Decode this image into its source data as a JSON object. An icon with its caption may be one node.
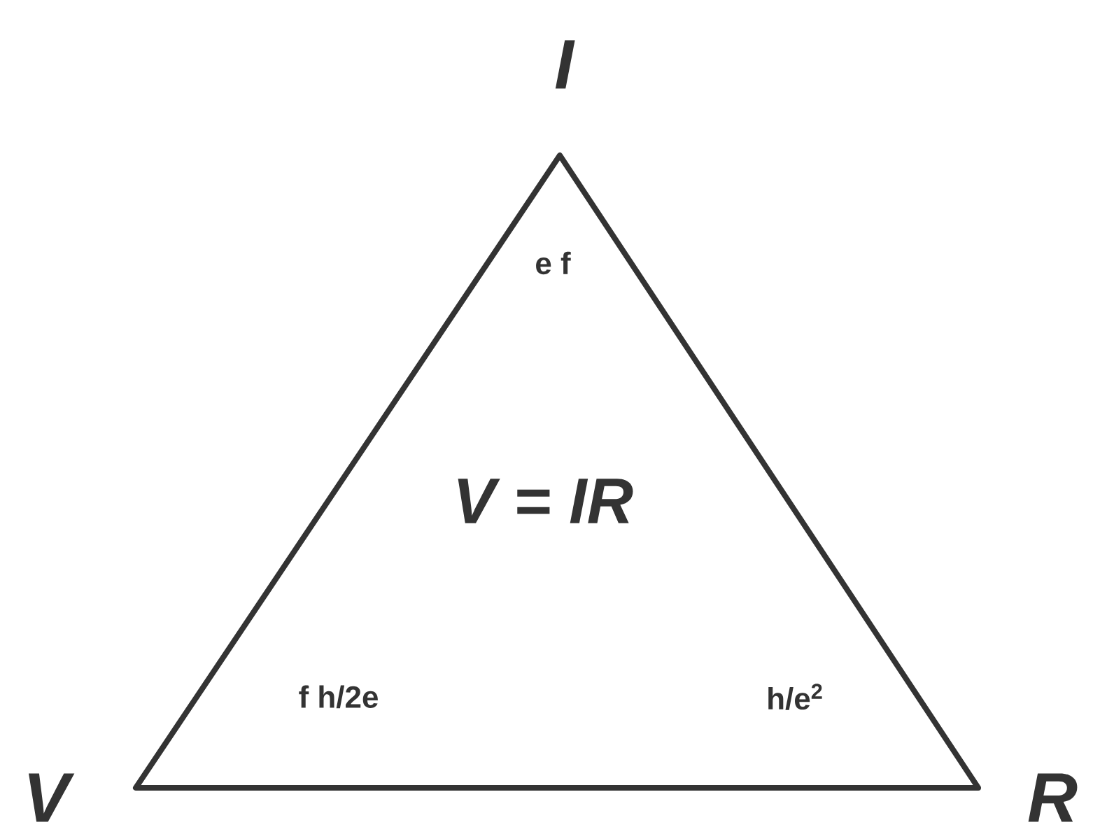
{
  "diagram": {
    "nodes": [
      {
        "text": [
          "e f",
          "V = IR",
          "f h/2e",
          "h/e$^{2}$"
        ]
      }
    ],
    "labels": [
      "I",
      "V",
      "R"
    ]
  }
}
